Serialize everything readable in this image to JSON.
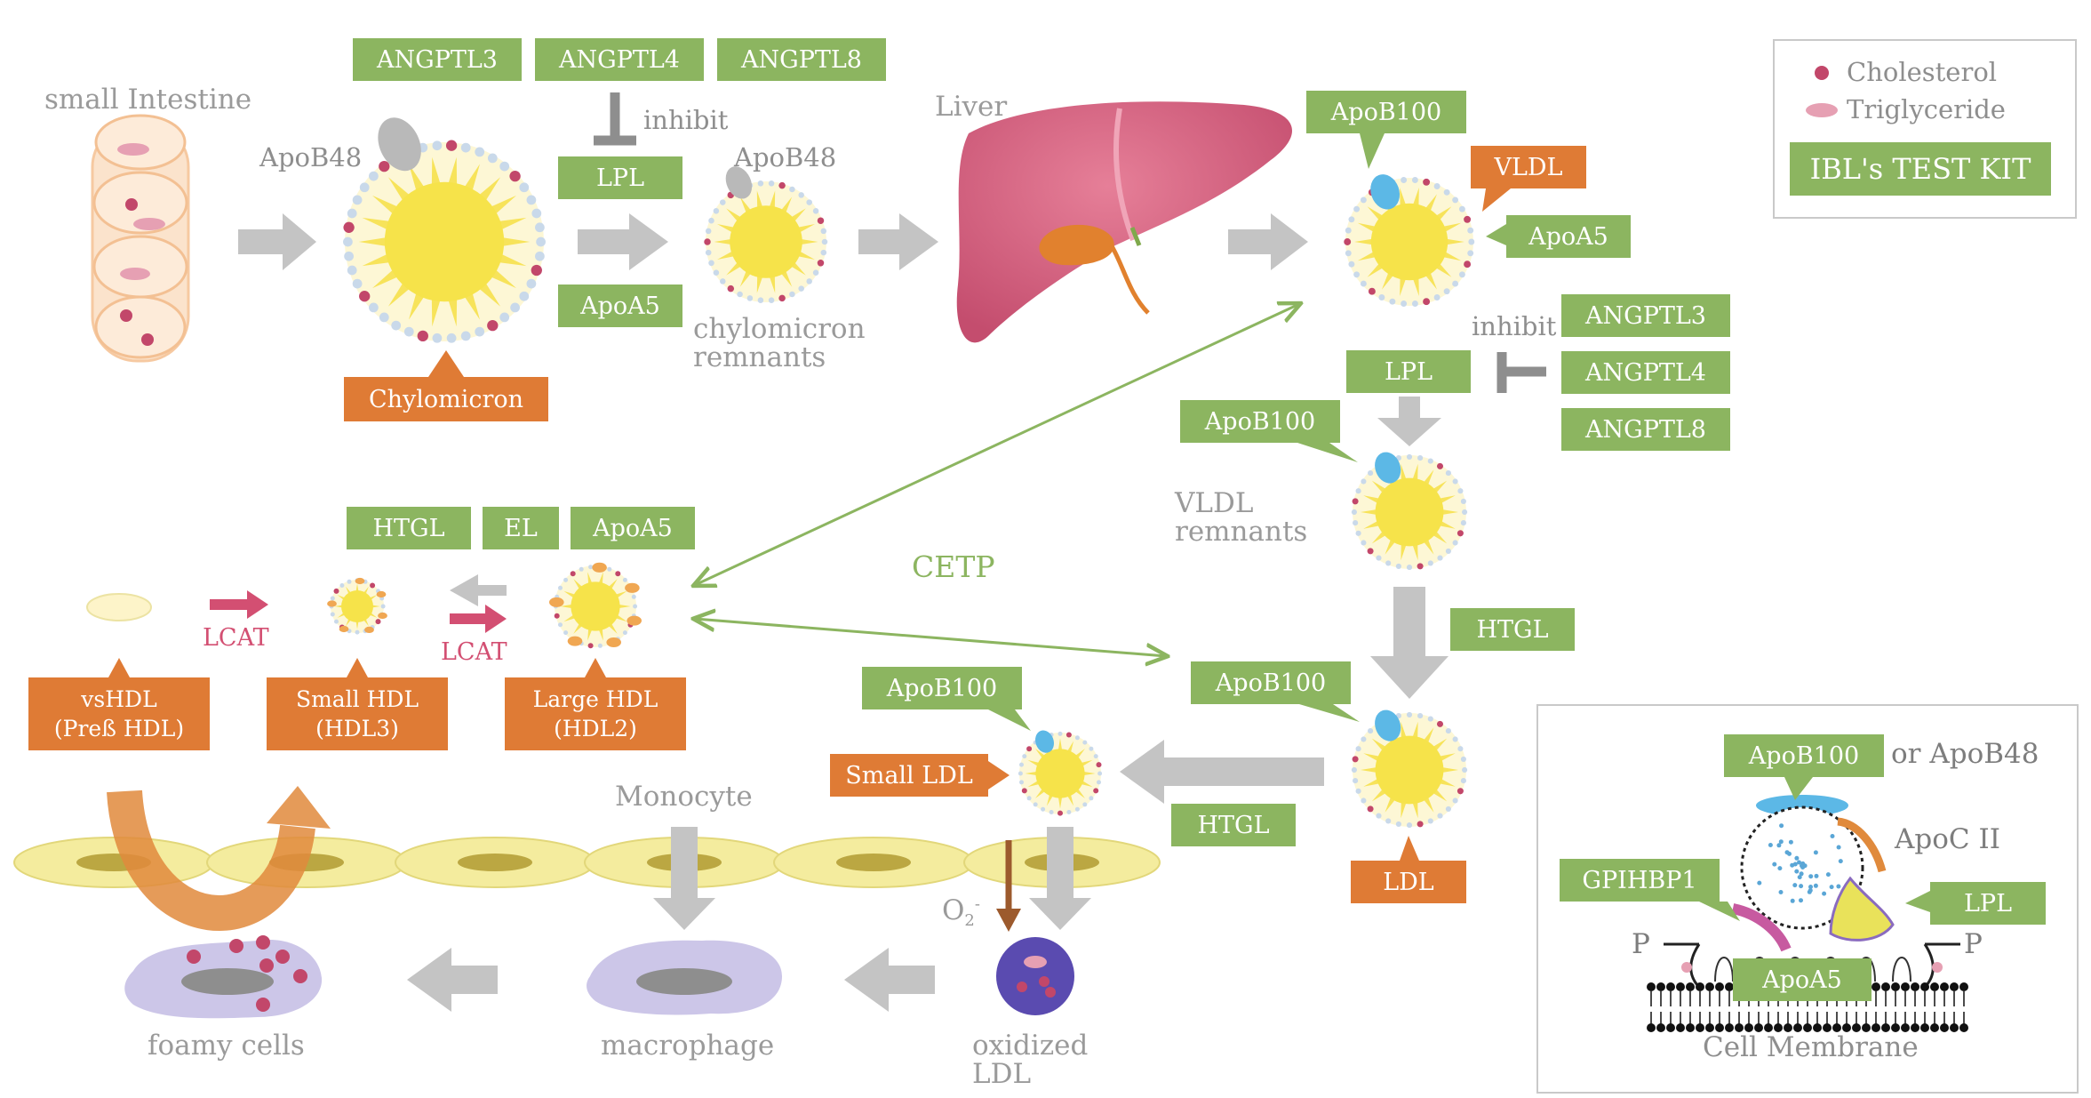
{
  "labels": {
    "angptl3_top": "ANGPTL3",
    "angptl4_top": "ANGPTL4",
    "angptl8_top": "ANGPTL8",
    "inhibit_top": "inhibit",
    "lpl_top": "LPL",
    "apoa5_top": "ApoA5",
    "small_intestine": "small Intestine",
    "apob48_left": "ApoB48",
    "apob48_mid": "ApoB48",
    "chylomicron": "Chylomicron",
    "chylomicron_remnants_1": "chylomicron",
    "chylomicron_remnants_2": "remnants",
    "liver": "Liver",
    "apob100_vldl": "ApoB100",
    "vldl": "VLDL",
    "apoa5_vldl": "ApoA5",
    "inhibit_right": "inhibit",
    "angptl3_right": "ANGPTL3",
    "angptl4_right": "ANGPTL4",
    "angptl8_right": "ANGPTL8",
    "lpl_right": "LPL",
    "apob100_remnant": "ApoB100",
    "vldl_remnants_1": "VLDL",
    "vldl_remnants_2": "remnants",
    "htgl_right": "HTGL",
    "apob100_ldl": "ApoB100",
    "ldl": "LDL",
    "htgl_mid": "HTGL",
    "apob100_small": "ApoB100",
    "small_ldl": "Small LDL",
    "cetp": "CETP",
    "htgl_hdl": "HTGL",
    "el_hdl": "EL",
    "apoa5_hdl": "ApoA5",
    "lcat_1": "LCAT",
    "lcat_2": "LCAT",
    "vshdl_1": "vsHDL",
    "vshdl_2": "(Preß HDL)",
    "small_hdl_1": "Small HDL",
    "small_hdl_2": "(HDL3)",
    "large_hdl_1": "Large HDL",
    "large_hdl_2": "(HDL2)",
    "monocyte": "Monocyte",
    "o2": "O",
    "o2_sub": "2",
    "o2_sup": "-",
    "oxidized_ldl_1": "oxidized",
    "oxidized_ldl_2": "LDL",
    "macrophage": "macrophage",
    "foamy_cells": "foamy cells"
  },
  "legend": {
    "cholesterol": "Cholesterol",
    "triglyceride": "Triglyceride",
    "test_kit": "IBL's TEST KIT"
  },
  "inset": {
    "apob100": "ApoB100",
    "or_apob48": "or ApoB48",
    "apoc2": "ApoC II",
    "gpihbp1": "GPIHBP1",
    "lpl": "LPL",
    "p_left": "P",
    "p_right": "P",
    "apoa5": "ApoA5",
    "cell_membrane": "Cell Membrane"
  },
  "colors": {
    "green_label": "#8cb560",
    "orange_label": "#df7b35",
    "gray_arrow": "#c4c4c4",
    "cholesterol": "#c2476a",
    "triglyceride": "#e6a0b3",
    "core_yellow": "#f6e34a",
    "apob100_blue": "#5cb8e6",
    "lcat_pink": "#d34f72",
    "cetp_green": "#8cb560",
    "liver_pink": "#cf5d7c"
  }
}
